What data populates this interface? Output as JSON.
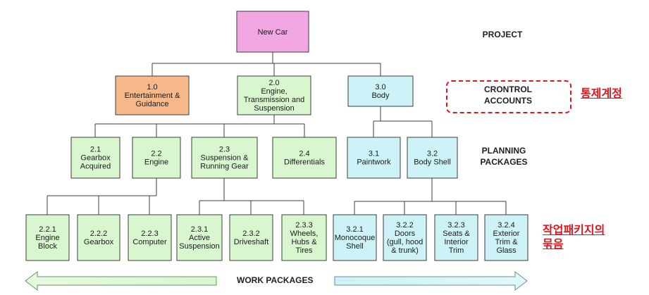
{
  "nodes": {
    "new_car": [
      "New Car"
    ],
    "n1_0": [
      "1.0",
      "Entertainment &",
      "Guidance"
    ],
    "n2_0": [
      "2.0",
      "Engine,",
      "Transmission and",
      "Suspension"
    ],
    "n3_0": [
      "3.0",
      "Body"
    ],
    "n2_1": [
      "2.1",
      "Gearbox",
      "Acquired"
    ],
    "n2_2": [
      "2.2",
      "Engine"
    ],
    "n2_3": [
      "2.3",
      "Suspension &",
      "Running Gear"
    ],
    "n2_4": [
      "2.4",
      "Differentials"
    ],
    "n3_1": [
      "3.1",
      "Paintwork"
    ],
    "n3_2": [
      "3.2",
      "Body Shell"
    ],
    "n2_2_1": [
      "2.2.1",
      "Engine",
      "Block"
    ],
    "n2_2_2": [
      "2.2.2",
      "Gearbox"
    ],
    "n2_2_3": [
      "2.2.3",
      "Computer"
    ],
    "n2_3_1": [
      "2.3.1",
      "Active",
      "Suspension"
    ],
    "n2_3_2": [
      "2.3.2",
      "Driveshaft"
    ],
    "n2_3_3": [
      "2.3.3",
      "Wheels,",
      "Hubs &",
      "Tires"
    ],
    "n3_2_1": [
      "3.2.1",
      "Monocoque",
      "Shell"
    ],
    "n3_2_2": [
      "3.2.2",
      "Doors",
      "(gull, hood",
      "& trunk)"
    ],
    "n3_2_3": [
      "3.2.3",
      "Seats &",
      "Interior",
      "Trim"
    ],
    "n3_2_4": [
      "3.2.4",
      "Exterior",
      "Trim &",
      "Glass"
    ]
  },
  "colors": {
    "project": "#f2a6e2",
    "entertainment": "#f7b98a",
    "engine_branch": "#d9f7cf",
    "body_branch": "#cdf2f7",
    "line": "#3c3c3c",
    "accent_red": "#e0161c"
  },
  "labels": {
    "project": "PROJECT",
    "control_accounts": [
      "CRONTROL",
      "ACCOUNTS"
    ],
    "control_accounts_kr": "통제계정",
    "planning_packages": [
      "PLANNING",
      "PACKAGES"
    ],
    "work_packages_kr": [
      "작업패키지의",
      "묶음"
    ],
    "work_packages": "WORK PACKAGES"
  }
}
